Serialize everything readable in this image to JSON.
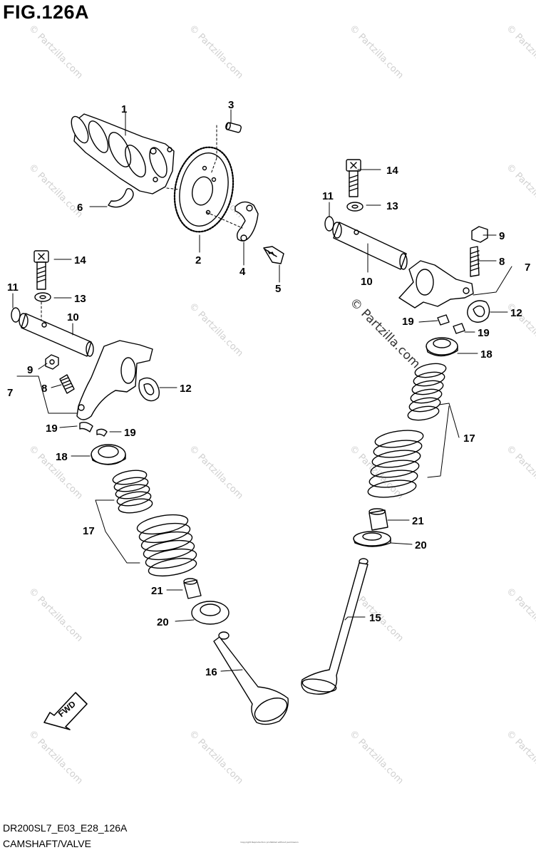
{
  "figure": {
    "title": "FIG.126A",
    "model_code": "DR200SL7_E03_E28_126A",
    "section": "CAMSHAFT/VALVE",
    "fine_print": "Copyright\nReproduction prohibited without permission"
  },
  "watermark": "© Partzilla.com",
  "fwd_label": "FWD",
  "callouts": {
    "c1": "1",
    "c2": "2",
    "c3": "3",
    "c4": "4",
    "c5": "5",
    "c6": "6",
    "c7a": "7",
    "c7b": "7",
    "c8a": "8",
    "c8b": "8",
    "c9a": "9",
    "c9b": "9",
    "c10a": "10",
    "c10b": "10",
    "c11a": "11",
    "c11b": "11",
    "c12a": "12",
    "c12b": "12",
    "c13a": "13",
    "c13b": "13",
    "c14a": "14",
    "c14b": "14",
    "c15": "15",
    "c16": "16",
    "c17a": "17",
    "c17b": "17",
    "c18a": "18",
    "c18b": "18",
    "c19a": "19",
    "c19b": "19",
    "c19c": "19",
    "c19d": "19",
    "c20a": "20",
    "c20b": "20",
    "c21a": "21",
    "c21b": "21"
  },
  "colors": {
    "line": "#000000",
    "watermark": "#d0d0d0",
    "background": "#ffffff"
  }
}
